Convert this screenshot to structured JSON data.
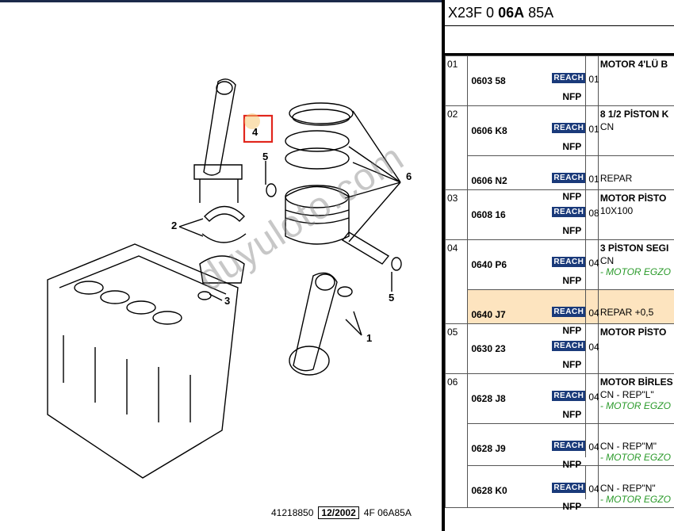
{
  "header": {
    "code_prefix": "X23F 0",
    "code_bold": "06A",
    "code_suffix": "85A"
  },
  "diagram": {
    "footer_number": "41218850",
    "footer_date": "12/2002",
    "footer_code": "4F 06A85A",
    "watermark": "duyuloto.com",
    "callouts": [
      "1",
      "2",
      "3",
      "4",
      "5",
      "5",
      "6"
    ]
  },
  "badges": {
    "reach": "REACH",
    "nfp": "NFP"
  },
  "rows": [
    {
      "num": "01",
      "title": "MOTOR 4'LÜ B",
      "parts": [
        {
          "code": "0603 58",
          "qty": "01",
          "desc": "",
          "note": ""
        }
      ]
    },
    {
      "num": "02",
      "title": "8 1/2 PİSTON K",
      "parts": [
        {
          "code": "0606 K8",
          "qty": "01",
          "desc": "CN",
          "note": ""
        },
        {
          "code": "0606 N2",
          "qty": "01",
          "desc": "REPAR",
          "note": ""
        }
      ]
    },
    {
      "num": "03",
      "title": "MOTOR PİSTO",
      "parts": [
        {
          "code": "0608 16",
          "qty": "08",
          "desc": "10X100",
          "note": ""
        }
      ]
    },
    {
      "num": "04",
      "title": "3 PİSTON SEGI",
      "parts": [
        {
          "code": "0640 P6",
          "qty": "04",
          "desc": "CN",
          "note": "- MOTOR EGZO"
        },
        {
          "code": "0640 J7",
          "qty": "04",
          "desc": "REPAR +0,5",
          "note": "",
          "highlight": true
        }
      ]
    },
    {
      "num": "05",
      "title": "MOTOR PİSTO",
      "parts": [
        {
          "code": "0630 23",
          "qty": "04",
          "desc": "",
          "note": ""
        }
      ]
    },
    {
      "num": "06",
      "title": "MOTOR BİRLES",
      "parts": [
        {
          "code": "0628 J8",
          "qty": "04",
          "desc": "CN - REP\"L\"",
          "note": "- MOTOR EGZO"
        },
        {
          "code": "0628 J9",
          "qty": "04",
          "desc": "CN - REP\"M\"",
          "note": "- MOTOR EGZO"
        },
        {
          "code": "0628 K0",
          "qty": "04",
          "desc": "CN - REP\"N\"",
          "note": "- MOTOR EGZO"
        }
      ]
    }
  ]
}
